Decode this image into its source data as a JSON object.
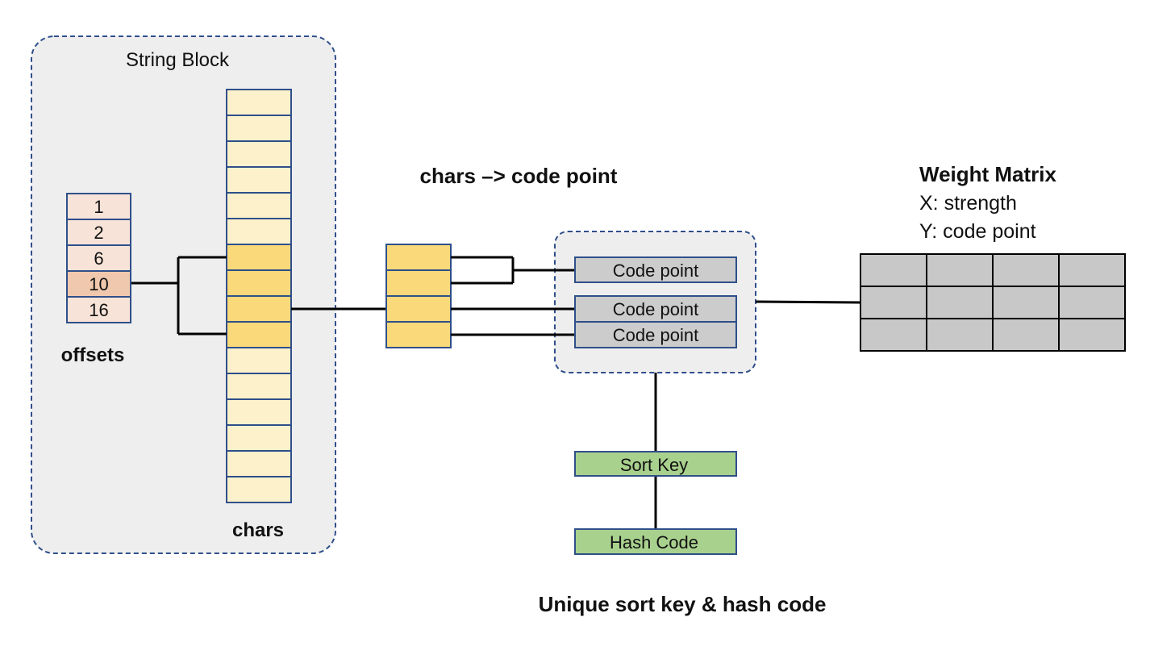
{
  "string_block": {
    "title": "String Block",
    "offsets_label": "offsets",
    "chars_label": "chars",
    "offsets": [
      "1",
      "2",
      "6",
      "10",
      "16"
    ],
    "highlighted_offset_index": 3,
    "char_cell_count": 16,
    "highlighted_char_range": [
      6,
      9
    ]
  },
  "conversion": {
    "label": "chars –> code point",
    "selected_char_count": 4,
    "code_points": [
      "Code point",
      "Code point",
      "Code point"
    ]
  },
  "weight_matrix": {
    "title": "Weight Matrix",
    "x_axis": "X: strength",
    "y_axis": "Y: code point",
    "rows": 3,
    "cols": 4
  },
  "output": {
    "sort_key_label": "Sort Key",
    "hash_code_label": "Hash Code",
    "caption": "Unique sort key & hash code"
  },
  "colors": {
    "panel_fill": "#eeeeee",
    "panel_border": "#2f4f8a",
    "cell_border": "#2f4f8a",
    "offset_fill": "#f7e3d8",
    "offset_highlight": "#f0c8ad",
    "char_fill": "#fdf1cc",
    "char_highlight": "#f9d97a",
    "code_point_fill": "#cccccc",
    "matrix_fill": "#c8c8c8",
    "green_fill": "#a9d18e",
    "line": "#000000"
  }
}
